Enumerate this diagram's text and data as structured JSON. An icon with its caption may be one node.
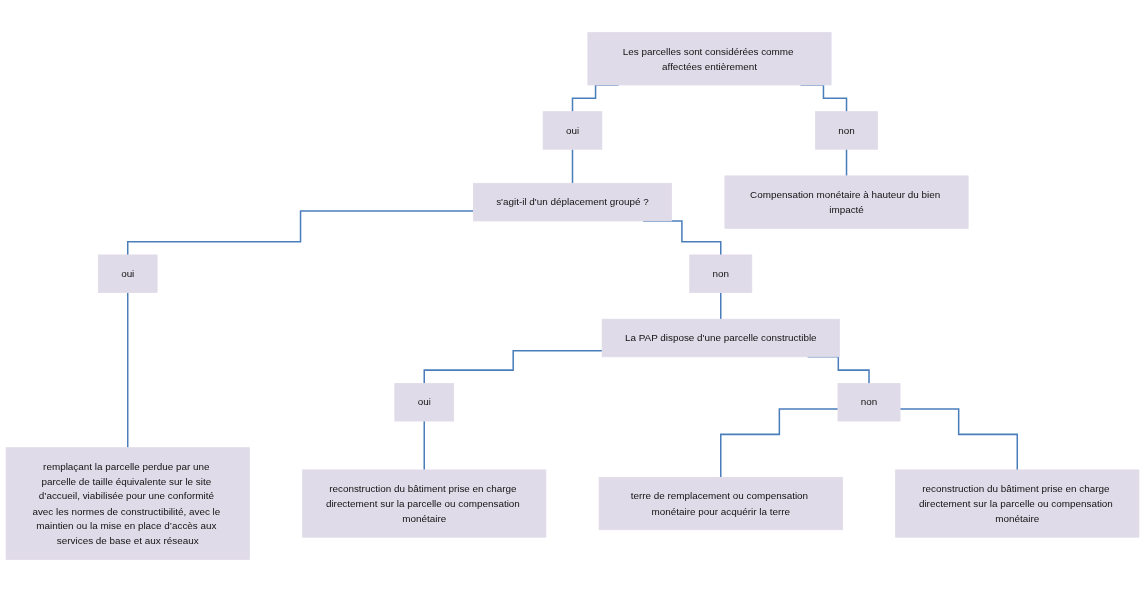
{
  "diagram": {
    "nodes": [
      {
        "text": [
          "Les parcelles sont considérées comme affectées entièrement"
        ]
      },
      {
        "text": [
          "oui"
        ]
      },
      {
        "text": [
          "non"
        ]
      },
      {
        "text": [
          "s'agit-il d'un déplacement groupé ?"
        ]
      },
      {
        "text": [
          "Compensation monétaire à hauteur du bien impacté"
        ]
      },
      {
        "text": [
          "oui"
        ]
      },
      {
        "text": [
          "non"
        ]
      },
      {
        "text": [
          "remplaçant la parcelle perdue par une parcelle de taille équivalente sur le site d’accueil, viabilisée pour une conformité avec les normes de constructibilité, avec le maintien ou la mise en place d’accès aux services de base et aux réseaux"
        ]
      },
      {
        "text": [
          "La PAP dispose d'une parcelle constructible"
        ]
      },
      {
        "text": [
          "oui"
        ]
      },
      {
        "text": [
          "non"
        ]
      },
      {
        "text": [
          "reconstruction du bâtiment prise en charge directement sur la parcelle ou compensation monétaire"
        ]
      },
      {
        "text": [
          "terre de remplacement ou compensation monétaire pour acquérir la terre"
        ]
      },
      {
        "text": [
          "reconstruction du bâtiment prise en charge directement sur la parcelle ou compensation monétaire"
        ]
      }
    ],
    "edges": [
      {
        "from": 0,
        "to": 1,
        "arrow": "none"
      },
      {
        "from": 0,
        "to": 2,
        "arrow": "none"
      },
      {
        "from": 1,
        "to": 3,
        "arrow": "none"
      },
      {
        "from": 2,
        "to": 4,
        "arrow": "none"
      },
      {
        "from": 3,
        "to": 5,
        "arrow": "none"
      },
      {
        "from": 3,
        "to": 6,
        "arrow": "none"
      },
      {
        "from": 5,
        "to": 7,
        "arrow": "none"
      },
      {
        "from": 6,
        "to": 8,
        "arrow": "none"
      },
      {
        "from": 8,
        "to": 9,
        "arrow": "none"
      },
      {
        "from": 8,
        "to": 10,
        "arrow": "none"
      },
      {
        "from": 9,
        "to": 11,
        "arrow": "none"
      },
      {
        "from": 10,
        "to": 12,
        "arrow": "none"
      },
      {
        "from": 10,
        "to": 13,
        "arrow": "none"
      }
    ]
  }
}
